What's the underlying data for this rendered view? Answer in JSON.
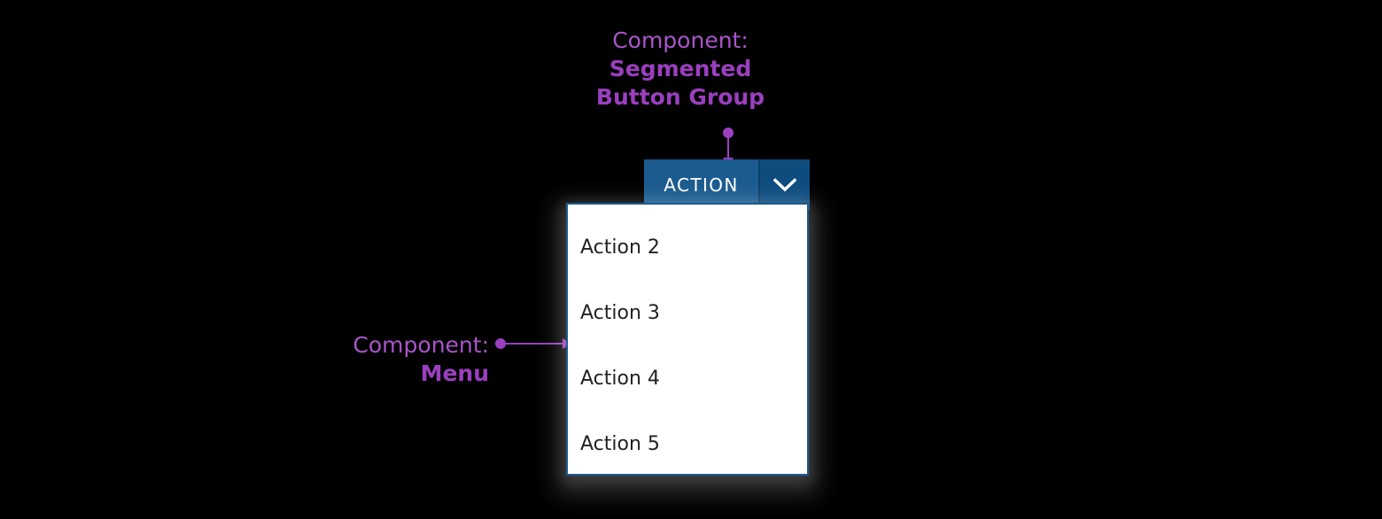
{
  "canvas": {
    "background": "#000000"
  },
  "annotations": {
    "accent_color": "#9A3FBF",
    "top": {
      "label": "Component:",
      "value_line1": "Segmented",
      "value_line2": "Button Group"
    },
    "left": {
      "label": "Component:",
      "value": "Menu"
    }
  },
  "segmented_button_group": {
    "primary_label": "ACTION",
    "primary_color": "#1B5B8F",
    "toggle_color": "#0E4C7E",
    "text_color": "#FFFFFF",
    "toggle_icon": "chevron-down-icon"
  },
  "menu": {
    "background": "#FFFFFF",
    "border_color": "#1B5B8F",
    "text_color": "#222222",
    "items": [
      {
        "label": "Action 2"
      },
      {
        "label": "Action 3"
      },
      {
        "label": "Action 4"
      },
      {
        "label": "Action 5"
      }
    ]
  }
}
